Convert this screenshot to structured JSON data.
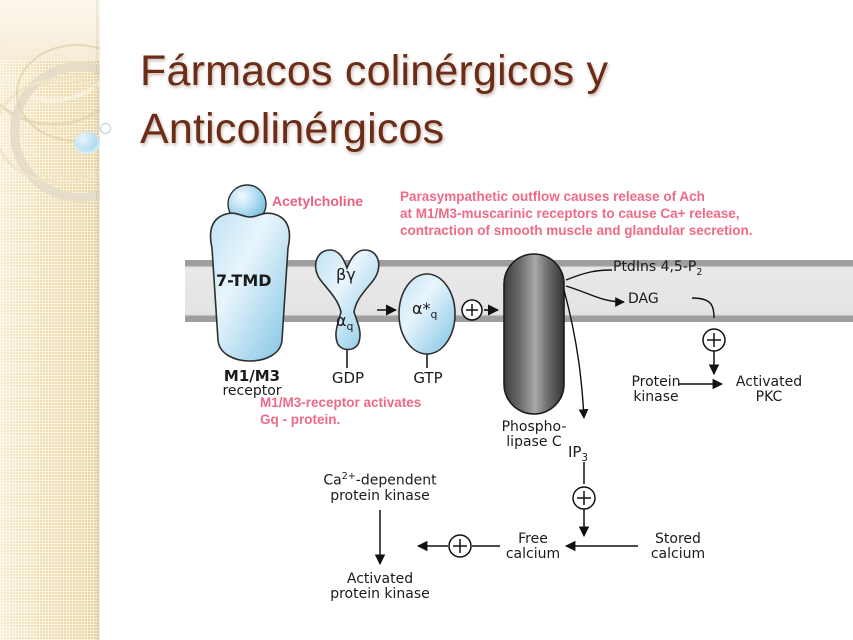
{
  "slide": {
    "title_line1": "Fármacos colinérgicos y",
    "title_line2": "Anticolinérgicos",
    "title_color": "#6b2d18",
    "background_color": "#ffffff",
    "sidebar_color": "#efdcae"
  },
  "figure": {
    "ligand_label": "Acetylcholine",
    "ligand_color": "#ef6a86",
    "caption_top": {
      "color": "#ef6a86",
      "line1": "Parasympathetic outflow causes release of Ach",
      "line2": "at M1/M3-muscarinic receptors to cause Ca+ release,",
      "line3": "contraction of smooth muscle and glandular secretion."
    },
    "caption_mid": {
      "color": "#ef6a86",
      "line1": "M1/M3-receptor activates",
      "line2": "Gq - protein."
    },
    "receptor": {
      "body_label": "7-TMD",
      "name_line1": "M1/M3",
      "name_line2": "receptor"
    },
    "gprotein": {
      "beta_gamma": "βγ",
      "alpha_q": "α",
      "alpha_q_sub": "q",
      "alpha_q_active": "α*",
      "alpha_q_active_sub": "q",
      "gdp": "GDP",
      "gtp": "GTP"
    },
    "enzyme": {
      "name_line1": "Phospho-",
      "name_line2": "lipase C"
    },
    "membrane_labels": {
      "ptdins": "PtdIns 4,5-P",
      "ptdins_sub": "2",
      "dag": "DAG"
    },
    "pkc_branch": {
      "protein_kinase_line1": "Protein",
      "protein_kinase_line2": "kinase",
      "activated_line1": "Activated",
      "activated_line2": "PKC"
    },
    "calcium_branch": {
      "ip3": "IP",
      "ip3_sub": "3",
      "stored_line1": "Stored",
      "stored_line2": "calcium",
      "free_line1": "Free",
      "free_line2": "calcium",
      "ca_dep_line1_a": "Ca",
      "ca_dep_line1_sup": "2+",
      "ca_dep_line1_b": "-dependent",
      "ca_dep_line2": "protein kinase",
      "activated_line1": "Activated",
      "activated_line2": "protein kinase"
    },
    "plus_sign": "+"
  }
}
